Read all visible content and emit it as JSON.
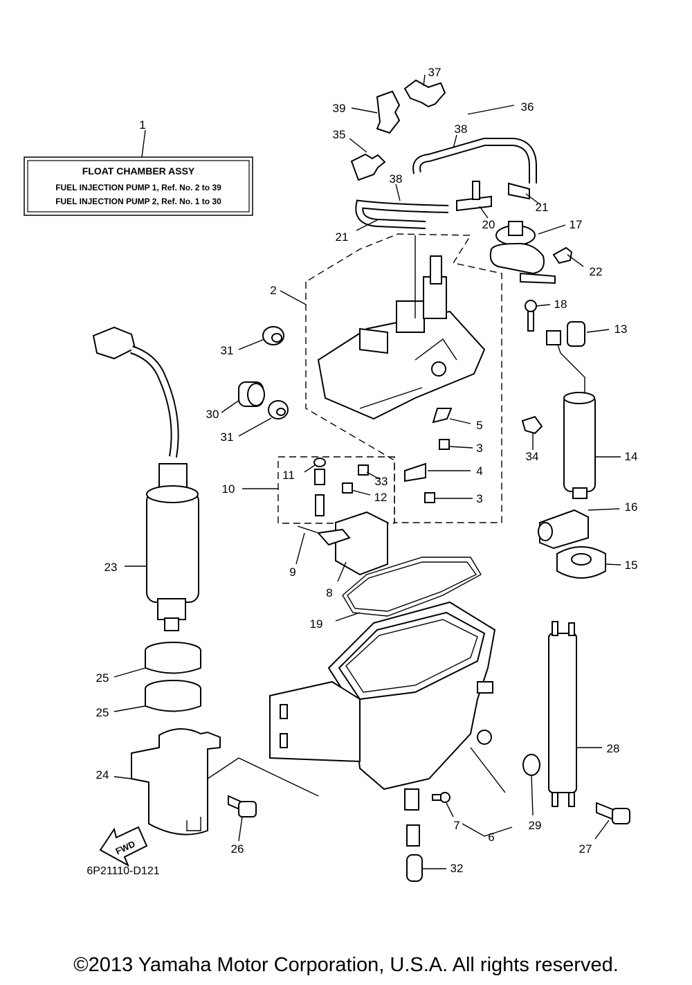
{
  "title_box": {
    "title": "FLOAT CHAMBER ASSY",
    "line1": "FUEL INJECTION PUMP 1, Ref. No. 2 to 39",
    "line2": "FUEL INJECTION PUMP 2, Ref. No. 1 to 30"
  },
  "title_ref": "1",
  "callouts": {
    "c2": "2",
    "c3a": "3",
    "c3b": "3",
    "c4": "4",
    "c5": "5",
    "c6": "6",
    "c7": "7",
    "c8": "8",
    "c9": "9",
    "c10": "10",
    "c11": "11",
    "c12": "12",
    "c13": "13",
    "c14": "14",
    "c15": "15",
    "c16": "16",
    "c17": "17",
    "c18": "18",
    "c19": "19",
    "c20": "20",
    "c21a": "21",
    "c21b": "21",
    "c22": "22",
    "c23": "23",
    "c24": "24",
    "c25a": "25",
    "c25b": "25",
    "c26": "26",
    "c27": "27",
    "c28": "28",
    "c29": "29",
    "c30": "30",
    "c31a": "31",
    "c31b": "31",
    "c32": "32",
    "c33": "33",
    "c34": "34",
    "c35": "35",
    "c36": "36",
    "c37": "37",
    "c38a": "38",
    "c38b": "38",
    "c39": "39"
  },
  "fwd_label": "FWD",
  "diagram_code": "6P21110-D121",
  "copyright": "©2013 Yamaha Motor Corporation, U.S.A. All rights reserved."
}
